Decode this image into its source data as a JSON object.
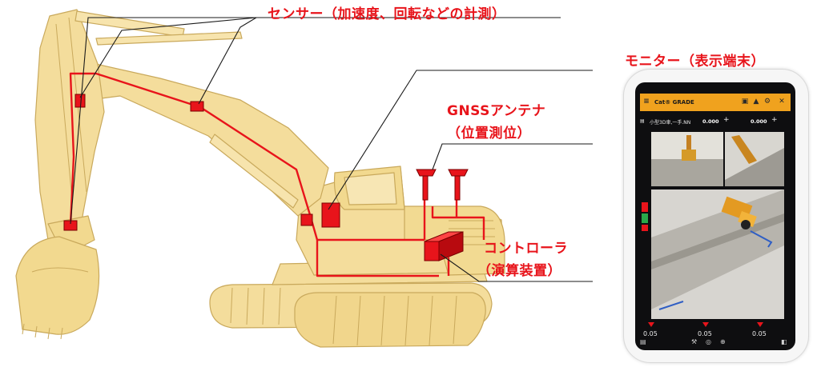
{
  "labels": {
    "sensor": "センサー（加速度、回転などの計測）",
    "monitor": "モニター（表示端末）",
    "gnss_line1": "GNSSアンテナ",
    "gnss_line2": "（位置測位）",
    "controller_line1": "コントローラ",
    "controller_line2": "（演算装置）"
  },
  "tablet": {
    "app_title": "Cat® GRADE",
    "info_text": "小型3D車,一手.NN",
    "value_left": "0.000",
    "value_right": "0.000",
    "bottom_values": [
      "0.05",
      "0.05",
      "0.05"
    ]
  },
  "colors": {
    "machine_fill": "#f4dd9c",
    "machine_outline": "#c9a95c",
    "wiring": "#e8141b",
    "leader_line": "#1a1a1a"
  },
  "icons": {
    "tablet_app_bar": [
      "menu-icon",
      "lock-icon",
      "alert-icon",
      "settings-icon",
      "close-icon"
    ],
    "tablet_bottom_bar": [
      "doc-icon",
      "tool-icon",
      "view-icon",
      "zoom-icon",
      "chart-icon"
    ]
  }
}
